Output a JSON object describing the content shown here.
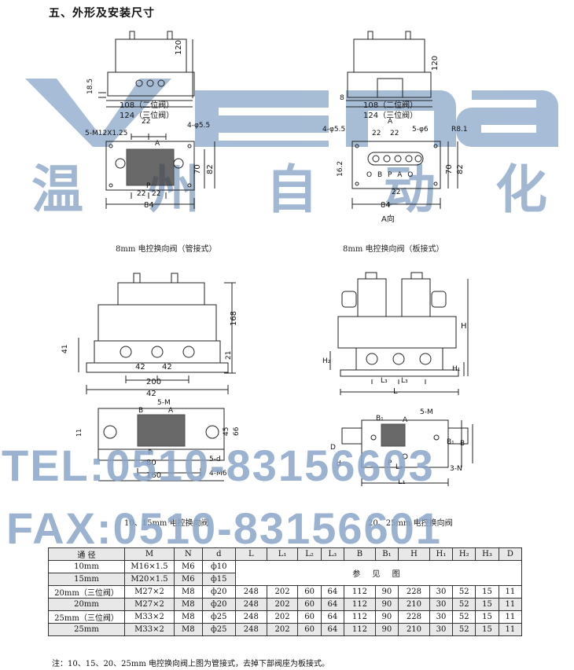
{
  "heading": "五、外形及安装尺寸",
  "captions": {
    "fig1": "8mm 电控换向阀（管接式）",
    "fig2": "8mm 电控换向阀（板接式）",
    "fig3": "10、15mm 电控换向阀",
    "fig4": "20、25mm 电控换向阀"
  },
  "watermark": {
    "top_cn": [
      "温",
      "州",
      "自",
      "动",
      "化"
    ],
    "tel": "TEL:0510-83156603",
    "fax": "FAX:0510-83156601"
  },
  "dims": {
    "fig1": {
      "h120": "120",
      "h185": "18.5",
      "w108": "108（二位阀）",
      "w124": "124（三位阀）",
      "port": "5-M12X1.25",
      "hole": "4-φ5.5",
      "a": "A",
      "w22t": "22",
      "h70": "70",
      "h82": "82",
      "w22b": "22",
      "w22c": "22",
      "p": "P",
      "w84": "84"
    },
    "fig2": {
      "h120": "120",
      "h8": "8",
      "w108": "108（二位阀）",
      "w124": "124（三位阀）",
      "a": "A",
      "hole": "4-φ5.5",
      "w22a": "22",
      "w22b": "22",
      "ports": "5-φ6",
      "r": "R8.1",
      "h162": "16.2",
      "h70": "70",
      "h82": "82",
      "letters": "O B P A O",
      "w22c": "22",
      "w84": "84",
      "dir": "A向"
    },
    "fig3": {
      "h168": "168",
      "h41": "41",
      "h21": "21",
      "w42a": "42",
      "w42b": "42",
      "w200": "200",
      "w42c": "42",
      "m": "5-M",
      "b": "B",
      "a": "A",
      "h45": "45",
      "h66": "66",
      "h11": "11",
      "p": "P",
      "w80": "80",
      "d": "5-d",
      "w160": "160",
      "m6": "4-M6"
    },
    "fig4": {
      "h": "H",
      "h2": "H₂",
      "h1": "H₁",
      "l3a": "L₃",
      "l3b": "L₃",
      "l": "L",
      "b1": "B₁",
      "a": "A",
      "m": "5-M",
      "d": "D",
      "dd": "d",
      "b": "B",
      "bb": "B₁",
      "p": "P",
      "l2": "L₂",
      "n": "3-N",
      "l1": "L₁"
    }
  },
  "table": {
    "headers": [
      "通 径",
      "M",
      "N",
      "d",
      "L",
      "L₁",
      "L₂",
      "L₃",
      "B",
      "B₁",
      "H",
      "H₁",
      "H₂",
      "H₃",
      "D"
    ],
    "rows_ref": [
      [
        "10mm",
        "M16×1.5",
        "M6",
        "ф10"
      ],
      [
        "15mm",
        "M20×1.5",
        "M6",
        "ф15"
      ]
    ],
    "ref_text": "参 见 图",
    "rows": [
      [
        "20mm（三位阀）",
        "M27×2",
        "M8",
        "ф20",
        "248",
        "202",
        "60",
        "64",
        "112",
        "90",
        "228",
        "30",
        "52",
        "15",
        "11"
      ],
      [
        "20mm",
        "M27×2",
        "M8",
        "ф20",
        "248",
        "202",
        "60",
        "64",
        "112",
        "90",
        "210",
        "30",
        "52",
        "15",
        "11"
      ],
      [
        "25mm（三位阀）",
        "M33×2",
        "M8",
        "ф25",
        "248",
        "202",
        "60",
        "64",
        "112",
        "90",
        "228",
        "30",
        "52",
        "15",
        "11"
      ],
      [
        "25mm",
        "M33×2",
        "M8",
        "ф25",
        "248",
        "202",
        "60",
        "64",
        "112",
        "90",
        "210",
        "30",
        "52",
        "15",
        "11"
      ]
    ]
  },
  "note": "注：10、15、20、25mm 电控换向阀上图为管接式，去掉下部阀座为板接式。"
}
